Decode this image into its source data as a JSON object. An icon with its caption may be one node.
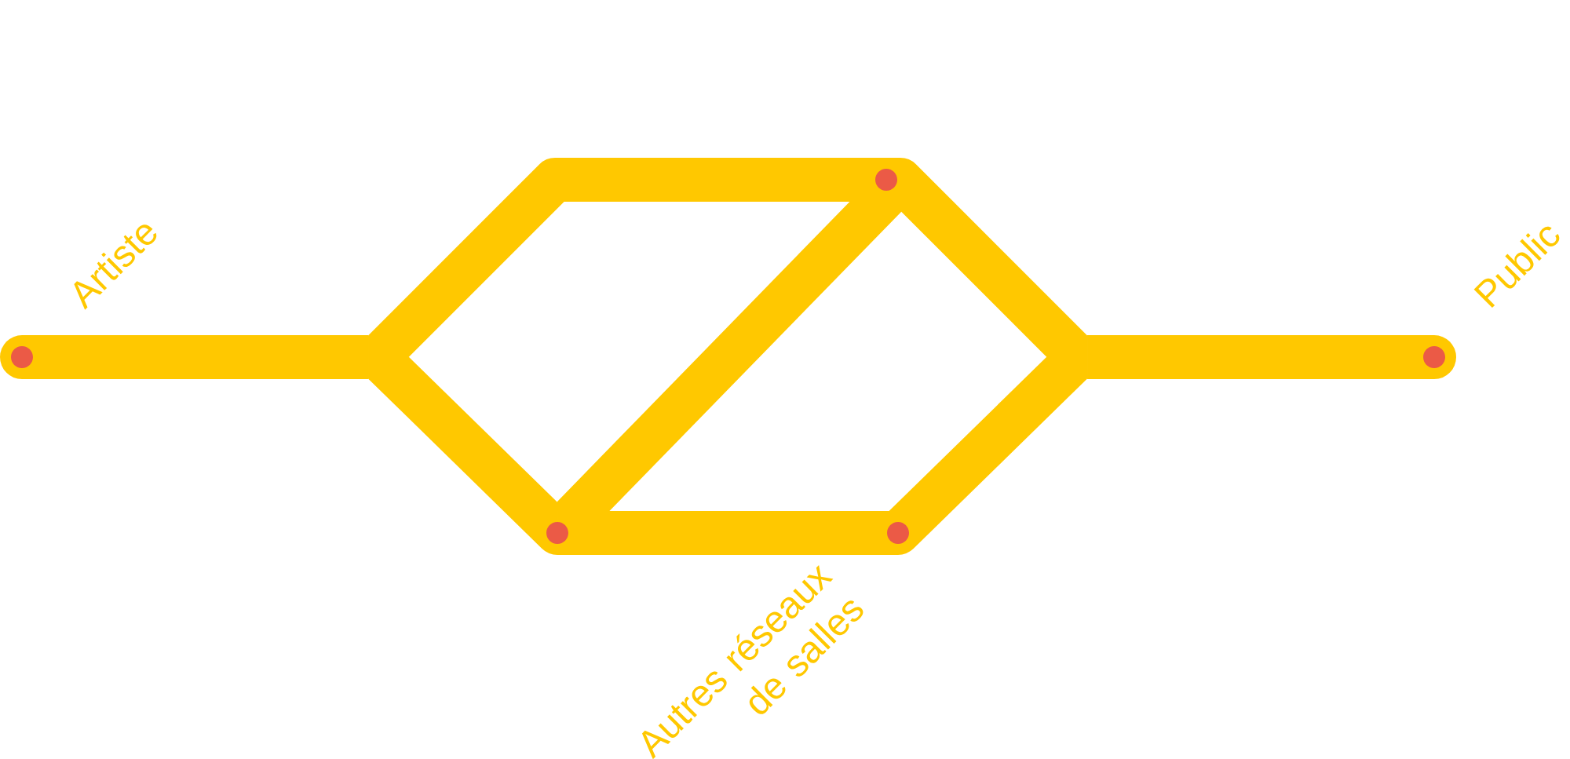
{
  "diagram": {
    "nodes": [
      {
        "text": [],
        "shape": "circle",
        "beside": [
          "Artiste"
        ]
      },
      {
        "text": [],
        "shape": "circle"
      },
      {
        "text": [],
        "shape": "circle"
      },
      {
        "text": [],
        "shape": "circle"
      },
      {
        "text": [],
        "shape": "circle",
        "beside": [
          "Public"
        ]
      }
    ],
    "edges": [
      {
        "from": 0,
        "to": 2,
        "arrow": "none"
      },
      {
        "from": 0,
        "to": 1,
        "arrow": "none"
      },
      {
        "from": 1,
        "to": 2,
        "arrow": "none"
      },
      {
        "from": 1,
        "to": 3,
        "arrow": "none"
      },
      {
        "from": 2,
        "to": 4,
        "arrow": "none"
      },
      {
        "from": 3,
        "to": 4,
        "arrow": "none"
      }
    ],
    "labels": [
      "Autres réseaux de salles"
    ]
  }
}
